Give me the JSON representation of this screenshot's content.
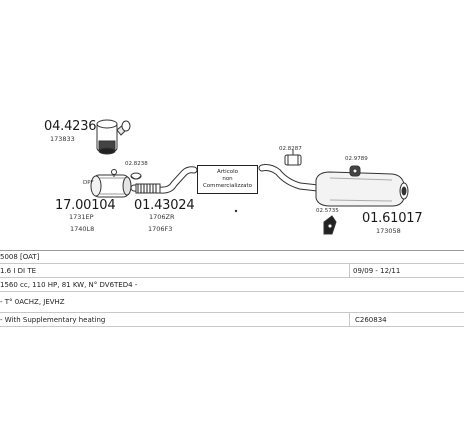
{
  "parts": {
    "tailpipe_kit_code": "04.4236",
    "tailpipe_kit_ref": "173833",
    "dpf_label": "DPF",
    "dpf_code": "17.00104",
    "dpf_ref_1": "1731EP",
    "dpf_ref_2": "1740L8",
    "gasket_code": "02.8238",
    "flex_pipe_code": "01.43024",
    "flex_pipe_ref_1": "1706ZR",
    "flex_pipe_ref_2": "1706F3",
    "clamp_code": "02.8287",
    "hanger_code": "02.9789",
    "bracket_code": "02.5735",
    "rear_silencer_code": "01.61017",
    "rear_silencer_ref": "173058"
  },
  "note_box": {
    "line1": "Articolo",
    "line2": "non",
    "line3": "Commercializzato"
  },
  "vehicle": {
    "model": "5008 [OAT]",
    "engine": "1.6 I DI TE",
    "date_range": "09/09 - 12/11",
    "spec": "1560 cc, 110 HP, 81 KW, N° DV6TED4 -",
    "codes": "- T° 0ACHZ, JEVHZ",
    "feature": "- With Supplementary heating",
    "catalog_code": "C260834"
  }
}
